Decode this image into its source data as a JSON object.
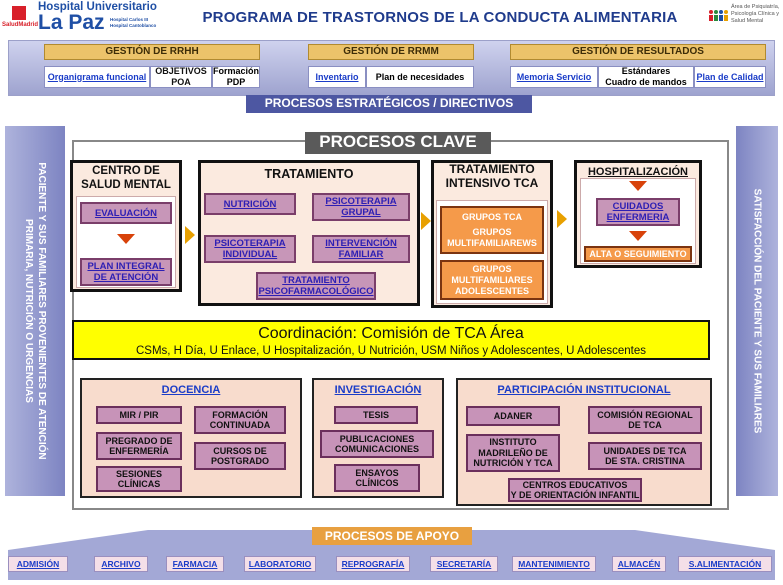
{
  "header": {
    "brand_small": "SaludMadrid",
    "hospital_line1": "Hospital Universitario",
    "hospital_line2": "La Paz",
    "hospital_sub": "Hospital Carlos III\nHospital Cantoblanco",
    "title": "PROGRAMA DE TRASTORNOS DE LA CONDUCTA ALIMENTARIA",
    "right_logo_text": "Área de Psiquiatría,\nPsicología Clínica y\nSalud Mental"
  },
  "strategic": {
    "groups": [
      {
        "title": "GESTIÓN DE RRHH",
        "items": [
          "Organigrama funcional",
          "OBJETIVOS\nPOA",
          "Formación\nPDP"
        ]
      },
      {
        "title": "GESTIÓN DE RRMM",
        "items": [
          "Inventario",
          "Plan de necesidades"
        ]
      },
      {
        "title": "GESTIÓN DE RESULTADOS",
        "items": [
          "Memoria Servicio",
          "Estándares\nCuadro de mandos",
          "Plan de Calidad"
        ]
      }
    ],
    "label": "PROCESOS ESTRATÉGICOS / DIRECTIVOS"
  },
  "left_band": "PACIENTE Y SUS FAMILIARES PROVENIENTES DE ATENCIÓN\nPRIMARIA, NUTRICIÓN O URGENCIAS",
  "right_band": "SATISFACCIÓN DEL PACIENTE Y SUS FAMILIARES",
  "key": {
    "title": "PROCESOS CLAVE",
    "csm": {
      "title": "CENTRO DE\nSALUD MENTAL",
      "evaluacion": "EVALUACIÓN",
      "plan": "PLAN INTEGRAL\nDE ATENCIÓN"
    },
    "tratamiento": {
      "title": "TRATAMIENTO",
      "nutricion": "NUTRICIÓN",
      "psico_grupal": "PSICOTERAPIA\nGRUPAL",
      "psico_individual": "PSICOTERAPIA\nINDIVIDUAL",
      "intervencion": "INTERVENCIÓN\nFAMILIAR",
      "farmaco": "TRATAMIENTO\nPSICOFARMACOLÓGICO"
    },
    "intensivo": {
      "title": "TRATAMIENTO\nINTENSIVO TCA",
      "grupos_tca": "GRUPOS TCA",
      "grupos_multi": "GRUPOS\nMULTIFAMILIAREWS",
      "grupos_ado": "GRUPOS\nMULTIFAMILIARES\nADOLESCENTES"
    },
    "hospital": {
      "title": "HOSPITALIZACIÓN",
      "cuidados": "CUIDADOS\nENFERMERIA",
      "alta": "ALTA O SEGUIMIENTO"
    }
  },
  "coordination": {
    "title": "Coordinación: Comisión de TCA Área",
    "subtitle": "CSMs, H Día, U Enlace, U Hospitalización, U Nutrición, USM Niños y Adolescentes, U Adolescentes"
  },
  "docencia": {
    "title": "DOCENCIA",
    "items": [
      "MIR / PIR",
      "FORMACIÓN\nCONTINUADA",
      "PREGRADO DE\nENFERMERÍA",
      "CURSOS DE\nPOSTGRADO",
      "SESIONES\nCLÍNICAS"
    ]
  },
  "investigacion": {
    "title": "INVESTIGACIÓN",
    "items": [
      "TESIS",
      "PUBLICACIONES\nCOMUNICACIONES",
      "ENSAYOS\nCLÍNICOS"
    ]
  },
  "participacion": {
    "title": "PARTICIPACIÓN INSTITUCIONAL",
    "items": [
      "ADANER",
      "COMISIÓN REGIONAL\nDE TCA",
      "INSTITUTO\nMADRILEÑO DE\nNUTRICIÓN Y TCA",
      "UNIDADES DE TCA\nDE STA. CRISTINA",
      "CENTROS EDUCATIVOS\nY DE ORIENTACIÓN INFANTIL"
    ]
  },
  "support": {
    "label": "PROCESOS DE APOYO",
    "items": [
      "ADMISIÓN",
      "ARCHIVO",
      "FARMACIA",
      "LABORATORIO",
      "REPROGRAFÍA",
      "SECRETARÍA",
      "MANTENIMIENTO",
      "ALMACÉN",
      "S.ALIMENTACIÓN"
    ]
  },
  "colors": {
    "accent_blue": "#1f3b8c",
    "yellow": "#ffff00",
    "orange": "#f59a4a",
    "purple": "#c796b8",
    "gold": "#ecc36a"
  }
}
